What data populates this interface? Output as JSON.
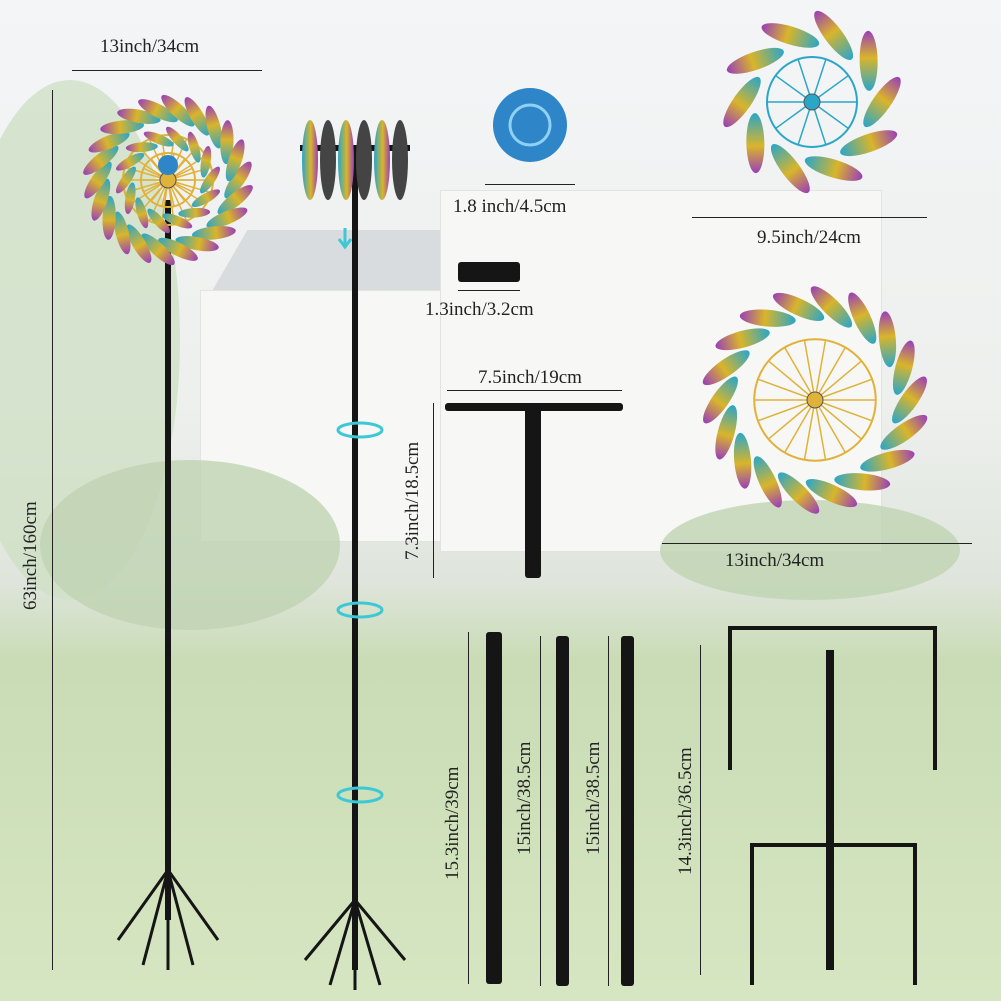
{
  "labels": {
    "top_width": "13inch/34cm",
    "total_height": "63inch/160cm",
    "cap_diameter": "1.8 inch/4.5cm",
    "small_wheel": "9.5inch/24cm",
    "connector": "1.3inch/3.2cm",
    "t_bar_width": "7.5inch/19cm",
    "t_bar_height": "7.3inch/18.5cm",
    "large_wheel": "13inch/34cm",
    "pole_1": "15.3inch/39cm",
    "pole_2": "15inch/38.5cm",
    "pole_3": "15inch/38.5cm",
    "stake": "14.3inch/36.5cm"
  },
  "colors": {
    "leaf_blue": "#2aa6c8",
    "leaf_gold": "#d9b52a",
    "leaf_purple": "#9a3fb8",
    "frame_gold": "#e0b23a",
    "pole": "#151515",
    "cap": "#2e86c9"
  }
}
